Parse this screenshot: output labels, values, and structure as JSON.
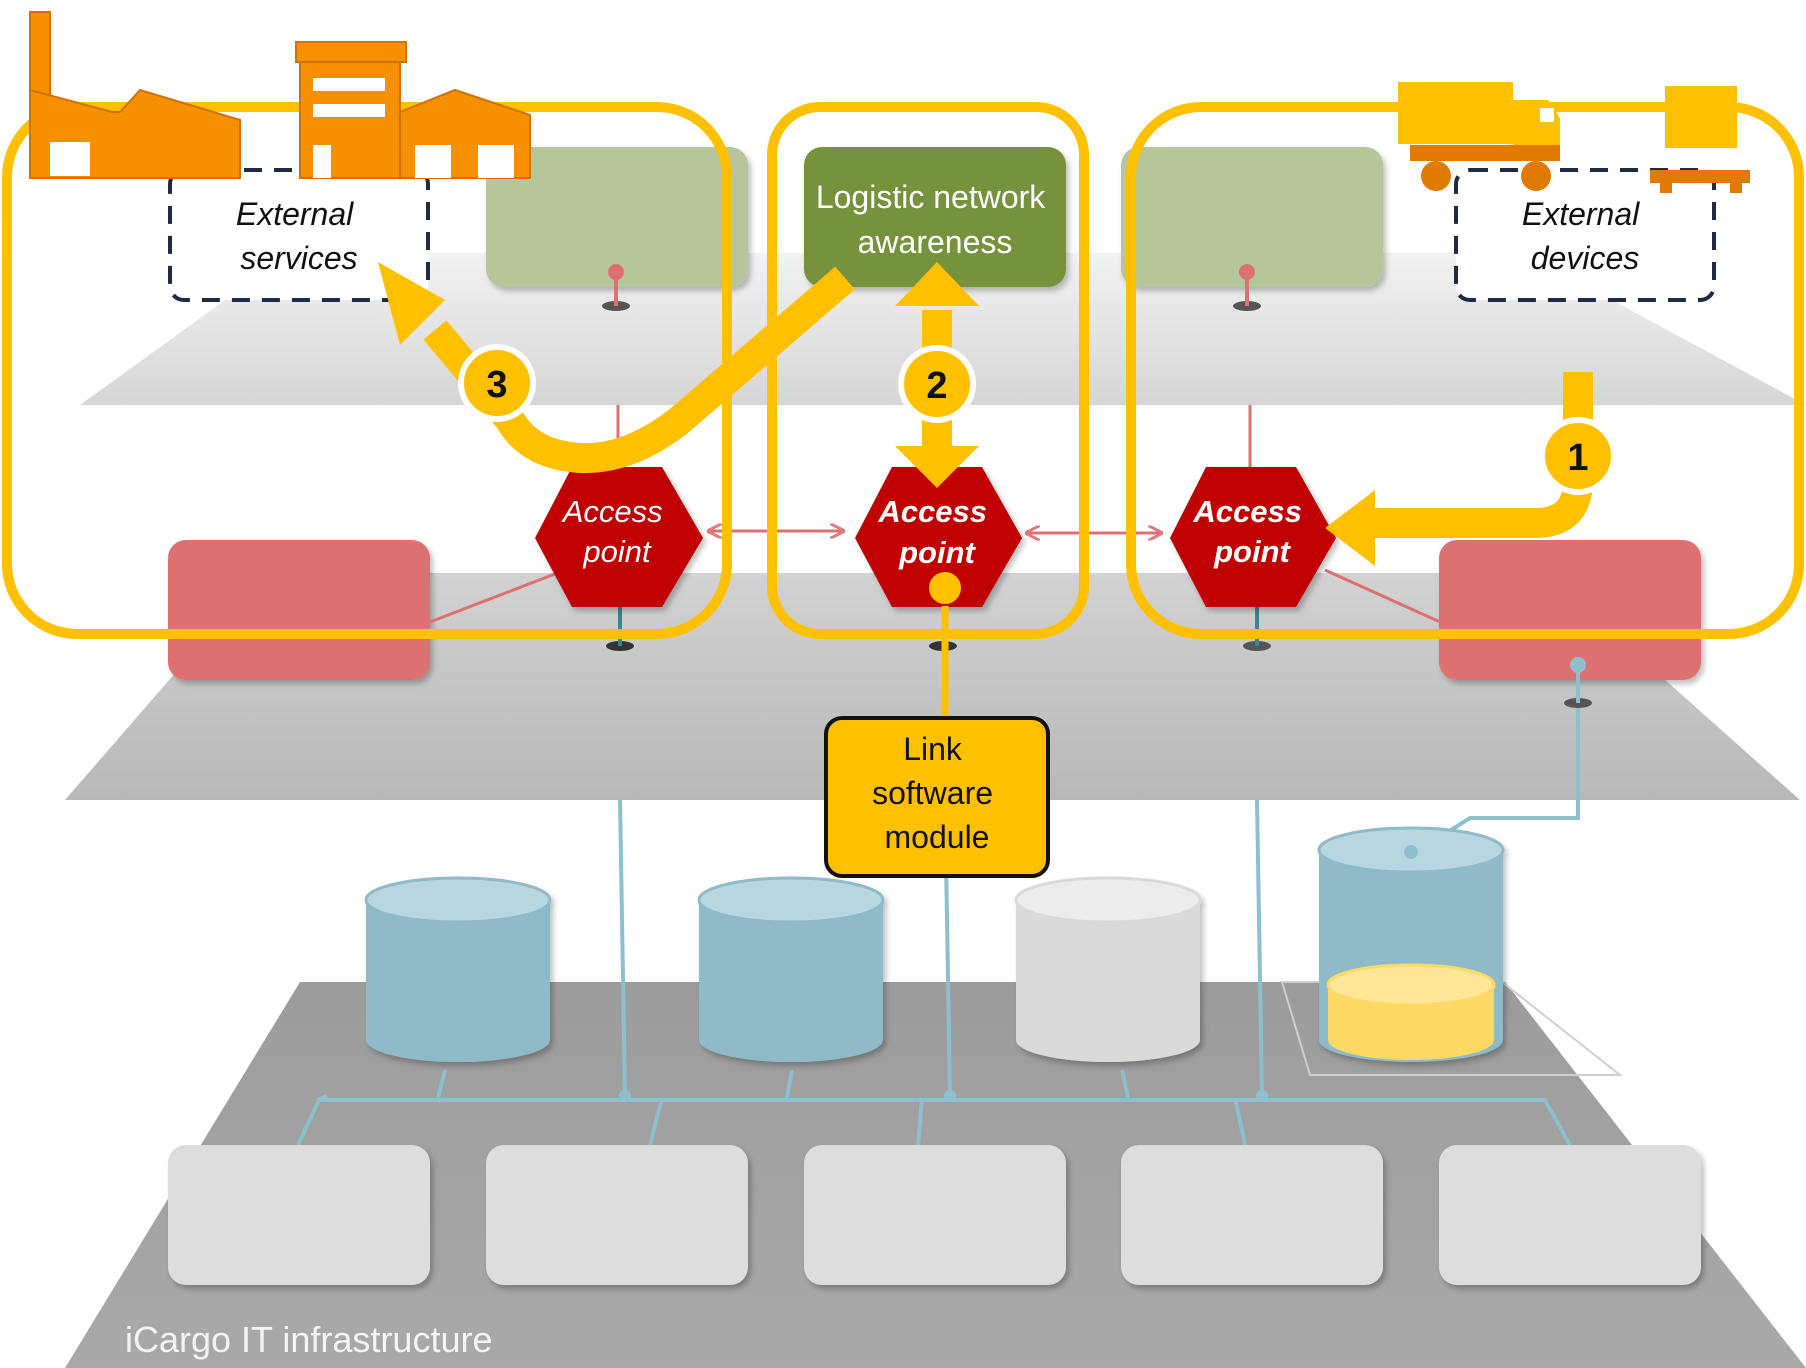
{
  "labels": {
    "external_services": [
      "External",
      "services"
    ],
    "external_devices": [
      "External",
      "devices"
    ],
    "logistic_network": [
      "Logistic network",
      "awareness"
    ],
    "access_point_left": [
      "Access",
      "point"
    ],
    "access_point_center": [
      "Access",
      "point"
    ],
    "access_point_right": [
      "Access",
      "point"
    ],
    "link_module": [
      "Link",
      "software",
      "module"
    ],
    "infrastructure": "iCargo IT infrastructure"
  },
  "steps": [
    "1",
    "2",
    "3"
  ],
  "icons": {
    "left_icon": "factory-buildings-icon",
    "right_icon": "truck-and-trailer-icon"
  },
  "colors": {
    "highlight": "#FFC000",
    "access_point": "#C00000",
    "green_block": "#76923C",
    "pale_green": "#B4C69A",
    "red_block": "#DD7070",
    "database_blue": "#8FBAC8",
    "database_grey": "#DADADA",
    "database_yellow": "#FFD966",
    "factory_orange": "#F79000",
    "platform_dark": "#A6A6A6",
    "platform_mid": "#BFBFBF",
    "platform_light": "#D9D9D9"
  }
}
